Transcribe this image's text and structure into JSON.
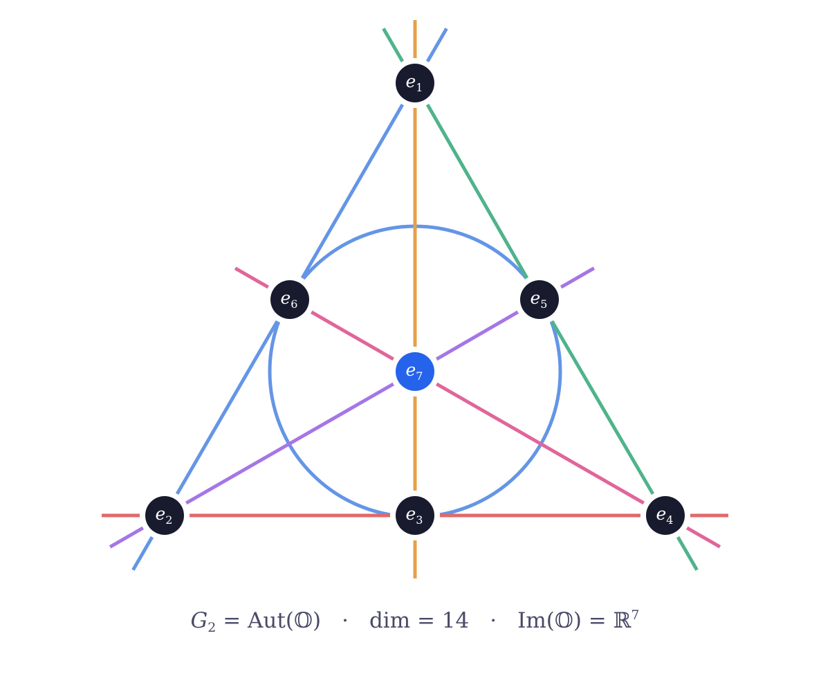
{
  "colors": {
    "node_fill": "#181a2e",
    "center_fill": "#2563eb",
    "blue": "#6495e6",
    "orange": "#e6a04a",
    "green": "#4fb38b",
    "red": "#e06a6a",
    "pink": "#e0669a",
    "purple": "#a576e6",
    "text": "#4a4a66"
  },
  "nodes": [
    {
      "id": "e1",
      "base": "e",
      "sub": "1"
    },
    {
      "id": "e2",
      "base": "e",
      "sub": "2"
    },
    {
      "id": "e3",
      "base": "e",
      "sub": "3"
    },
    {
      "id": "e4",
      "base": "e",
      "sub": "4"
    },
    {
      "id": "e5",
      "base": "e",
      "sub": "5"
    },
    {
      "id": "e6",
      "base": "e",
      "sub": "6"
    },
    {
      "id": "e7",
      "base": "e",
      "sub": "7"
    }
  ],
  "lines": [
    {
      "name": "line-e1-e6-e2",
      "points": [
        "e1",
        "e6",
        "e2"
      ],
      "color": "blue"
    },
    {
      "name": "line-e1-e5-e4",
      "points": [
        "e1",
        "e5",
        "e4"
      ],
      "color": "green"
    },
    {
      "name": "line-e2-e3-e4",
      "points": [
        "e2",
        "e3",
        "e4"
      ],
      "color": "red"
    },
    {
      "name": "line-e1-e7-e3",
      "points": [
        "e1",
        "e7",
        "e3"
      ],
      "color": "orange"
    },
    {
      "name": "line-e6-e7-e4",
      "points": [
        "e6",
        "e7",
        "e4"
      ],
      "color": "pink"
    },
    {
      "name": "line-e5-e7-e2",
      "points": [
        "e5",
        "e7",
        "e2"
      ],
      "color": "purple"
    },
    {
      "name": "circle-e3-e5-e6",
      "points": [
        "e3",
        "e5",
        "e6"
      ],
      "color": "blue"
    }
  ],
  "caption": {
    "g": "G",
    "g_sub": "2",
    "eq1": " = ",
    "aut": "Aut(",
    "oct": "𝕆",
    "close": ")",
    "dot": "·",
    "dim": "dim = 14",
    "im": "Im(",
    "eq2": ") = ",
    "reals": "ℝ",
    "reals_sup": "7"
  }
}
